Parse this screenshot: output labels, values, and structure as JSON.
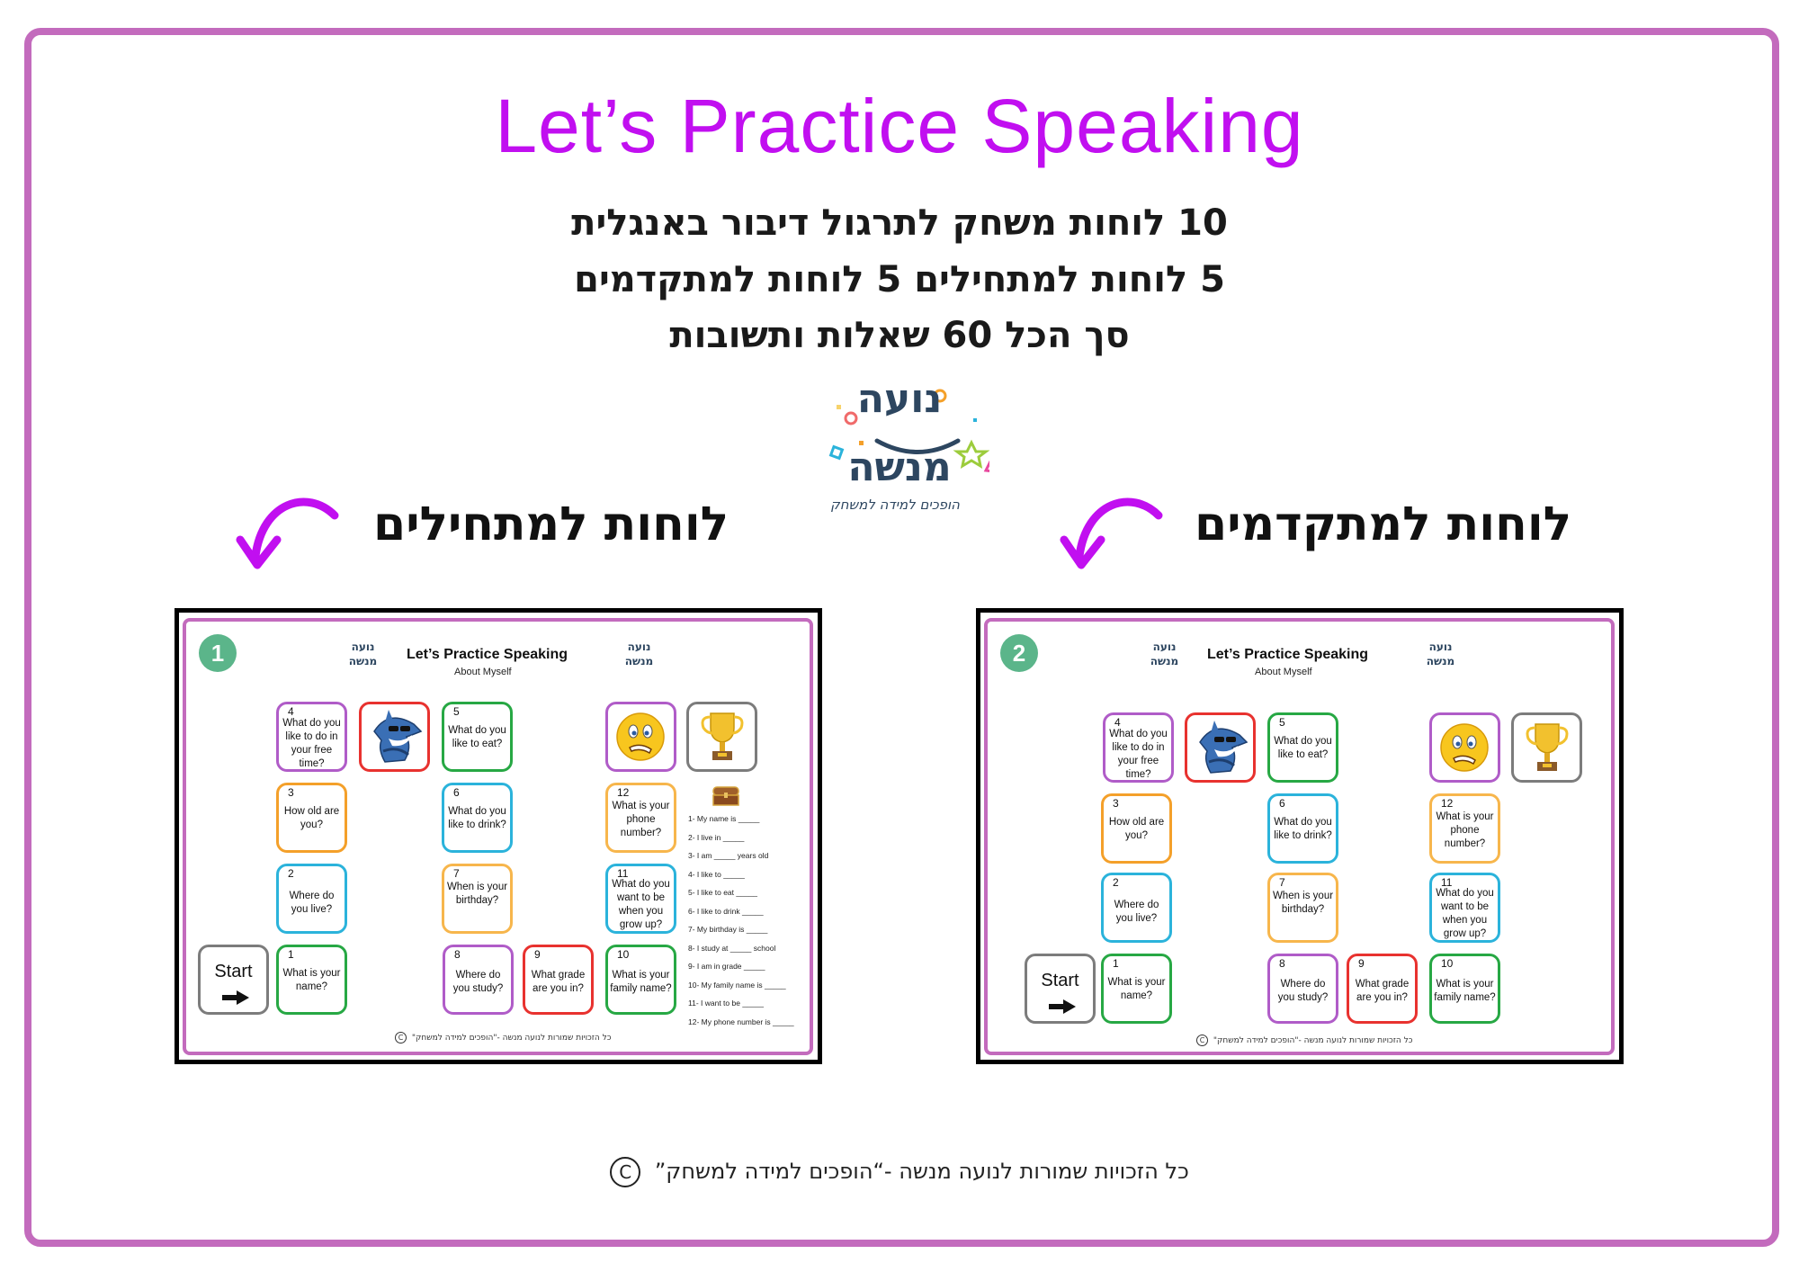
{
  "page": {
    "title": "Let’s Practice Speaking",
    "subtitle_lines": [
      "10 לוחות משחק לתרגול דיבור באנגלית",
      "5 לוחות למתחילים 5 לוחות למתקדמים",
      "סך הכל 60 שאלות ותשובות"
    ],
    "colors": {
      "frame": "#c36bbd",
      "title": "#c10ff0",
      "arrow": "#c10ff0",
      "badge": "#5bb58a"
    }
  },
  "logo": {
    "line1": "נועה",
    "line2": "מנשה",
    "tagline": "הופכים למידה למשחק"
  },
  "sections": {
    "beginners_label": "לוחות למתחילים",
    "advanced_label": "לוחות למתקדמים"
  },
  "boards": [
    {
      "number": "1",
      "title": "Let’s  Practice Speaking",
      "subtitle": "About Myself",
      "start_label": "Start",
      "tiles": [
        {
          "num": "1",
          "q": "What is your name?"
        },
        {
          "num": "2",
          "q": "Where do you live?"
        },
        {
          "num": "3",
          "q": "How old are you?"
        },
        {
          "num": "4",
          "q": "What do you like to do in your free time?"
        },
        {
          "num": "5",
          "q": "What do you like to eat?"
        },
        {
          "num": "6",
          "q": "What do you like to drink?"
        },
        {
          "num": "7",
          "q": "When is your birthday?"
        },
        {
          "num": "8",
          "q": "Where do you study?"
        },
        {
          "num": "9",
          "q": "What grade are you in?"
        },
        {
          "num": "10",
          "q": "What is your family name?"
        },
        {
          "num": "11",
          "q": "What do you want to be when you grow up?"
        },
        {
          "num": "12",
          "q": "What is your phone number?"
        }
      ],
      "answers": [
        "1- My name is _____",
        "2- I live in _____",
        "3- I am _____ years old",
        "4- I like to _____",
        "5- I like to eat _____",
        "6- I like to drink _____",
        "7- My birthday is _____",
        "8- I study at _____ school",
        "9- I am in grade _____",
        "10- My family name is _____",
        "11- I want to be _____",
        "12- My phone number is _____"
      ],
      "footer": "כל הזכויות שמורות לנועה מנשה -\"הופכים למידה למשחק\""
    },
    {
      "number": "2",
      "title": "Let’s  Practice Speaking",
      "subtitle": "About Myself",
      "start_label": "Start",
      "tiles": [
        {
          "num": "1",
          "q": "What is your name?"
        },
        {
          "num": "2",
          "q": "Where do you live?"
        },
        {
          "num": "3",
          "q": "How old are you?"
        },
        {
          "num": "4",
          "q": "What do you like to do in your free time?"
        },
        {
          "num": "5",
          "q": "What do you like to eat?"
        },
        {
          "num": "6",
          "q": "What do you like to drink?"
        },
        {
          "num": "7",
          "q": "When is your birthday?"
        },
        {
          "num": "8",
          "q": "Where do you study?"
        },
        {
          "num": "9",
          "q": "What grade are you in?"
        },
        {
          "num": "10",
          "q": "What is your family name?"
        },
        {
          "num": "11",
          "q": "What do you want to be when you grow up?"
        },
        {
          "num": "12",
          "q": "What is your phone number?"
        }
      ],
      "footer": "כל הזכויות שמורות לנועה מנשה -\"הופכים למידה למשחק\""
    }
  ],
  "footer": {
    "text": "כל הזכויות שמורות לנועה מנשה -“הופכים למידה למשחק”",
    "copyright_symbol": "C"
  }
}
